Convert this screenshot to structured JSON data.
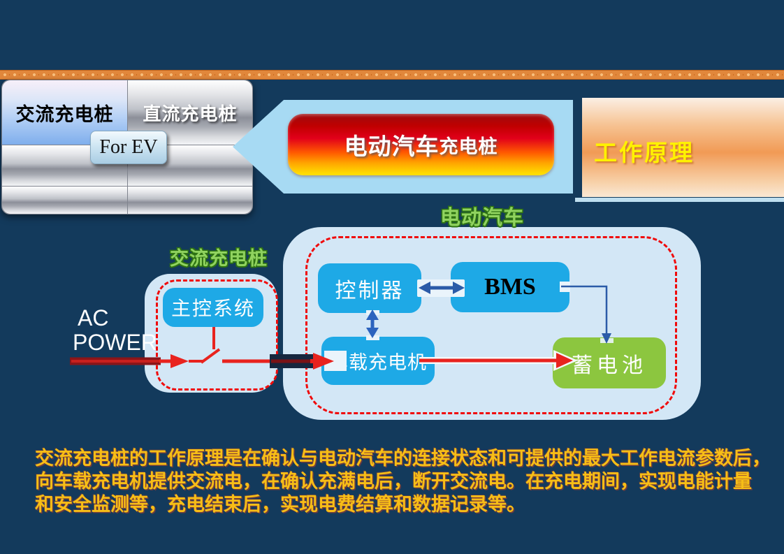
{
  "tab_bar": {
    "ac_tab": "交流充电桩",
    "dc_tab": "直流充电桩",
    "for_ev": "For EV"
  },
  "banner": {
    "title_main": "电动汽车",
    "title_sub": "充电桩"
  },
  "right_panel": {
    "title": "工作原理"
  },
  "diagram": {
    "ev_area_label": "电动汽车",
    "ac_pile_label": "交流充电桩",
    "ac_power_line1": "AC",
    "ac_power_line2": "POWER",
    "nodes": {
      "main_control": "主控系统",
      "controller": "控制器",
      "bms": "BMS",
      "onboard_charger": "车载充电机",
      "battery": "蓄电池"
    }
  },
  "footer": {
    "line1": "交流充电桩的工作原理是在确认与电动汽车的连接状态和可提供的最大工作电流参数后，",
    "line2": "向车载充电机提供交流电，在确认充满电后，断开交流电。在充电期间，实现电能计量",
    "line3": "和安全监测等，充电结束后，实现电费结算和数据记录等。"
  },
  "colors": {
    "bg": "#133A5C",
    "node_blue": "#1EA9E6",
    "battery_green": "#8CC63F",
    "container_blue": "#D3E7F6",
    "dashed_red": "#F00A0A",
    "signal_blue": "#2B5BA8",
    "power_dark_red": "#8B1519",
    "power_red": "#E8231E",
    "accent_yellow": "#FFF200",
    "text_gold": "#F7BE16",
    "label_green": "#90D35F"
  }
}
